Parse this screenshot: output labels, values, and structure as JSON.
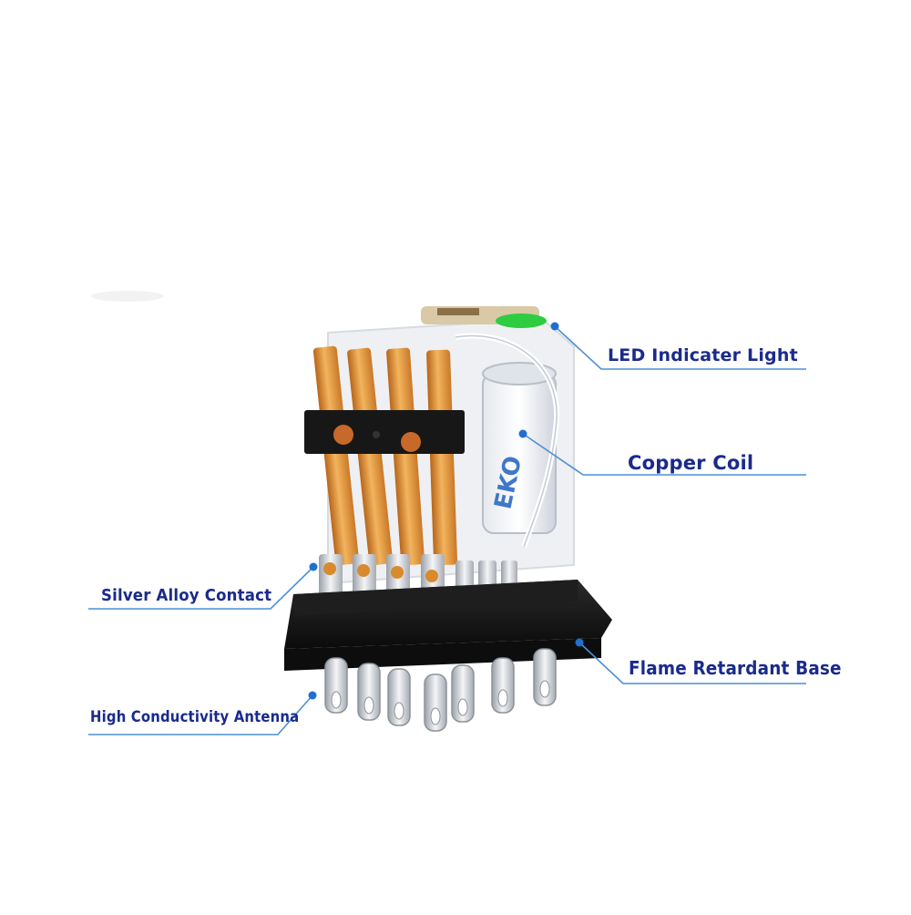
{
  "callouts": {
    "led": "LED Indicater Light",
    "coil": "Copper Coil",
    "silver": "Silver Alloy Contact",
    "base": "Flame Retardant Base",
    "antenna": "High Conductivity Antenna"
  },
  "colors": {
    "label_text": "#1a2a8c",
    "leader_line": "#4a8fd6",
    "leader_dot": "#1f6fd1",
    "base_black": "#141414",
    "copper": "#d88a2c",
    "copper_highlight": "#f6c27a",
    "silver": "#c9ccd2",
    "led_green": "#2ecc40"
  },
  "relay_label_fragment": "EKO"
}
